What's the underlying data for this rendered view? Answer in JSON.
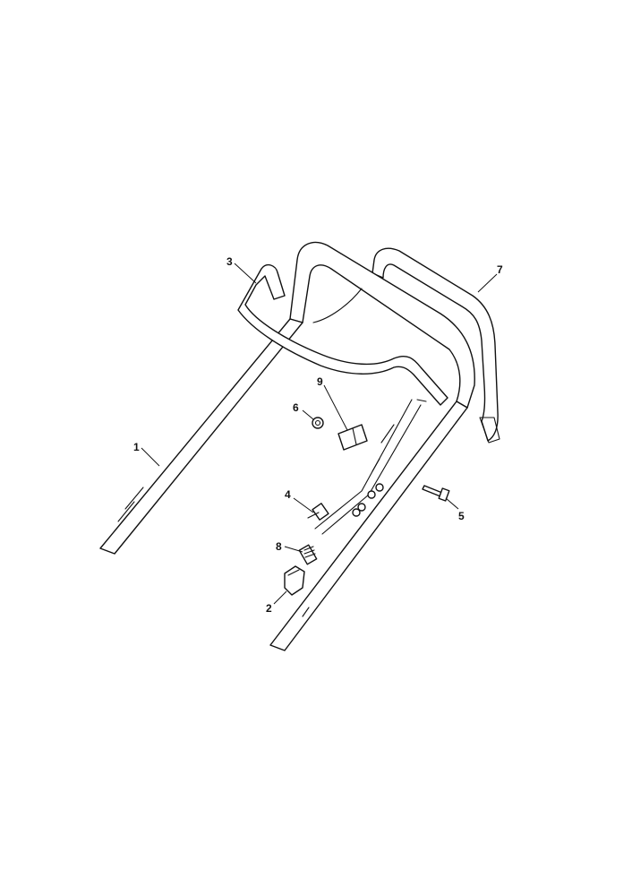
{
  "diagram": {
    "background_color": "#ffffff",
    "line_color": "#111111",
    "callouts": [
      {
        "id": "c1",
        "label": "1",
        "part": "lower-handle-tube"
      },
      {
        "id": "c2",
        "label": "2",
        "part": "cable-clip"
      },
      {
        "id": "c3",
        "label": "3",
        "part": "brake-bail-lever"
      },
      {
        "id": "c4",
        "label": "4",
        "part": "brake-cable"
      },
      {
        "id": "c5",
        "label": "5",
        "part": "handle-bolt"
      },
      {
        "id": "c6",
        "label": "6",
        "part": "nut"
      },
      {
        "id": "c7",
        "label": "7",
        "part": "drive-bail-lever"
      },
      {
        "id": "c8",
        "label": "8",
        "part": "cable-adjuster"
      },
      {
        "id": "c9",
        "label": "9",
        "part": "cable-guide-block"
      }
    ]
  }
}
